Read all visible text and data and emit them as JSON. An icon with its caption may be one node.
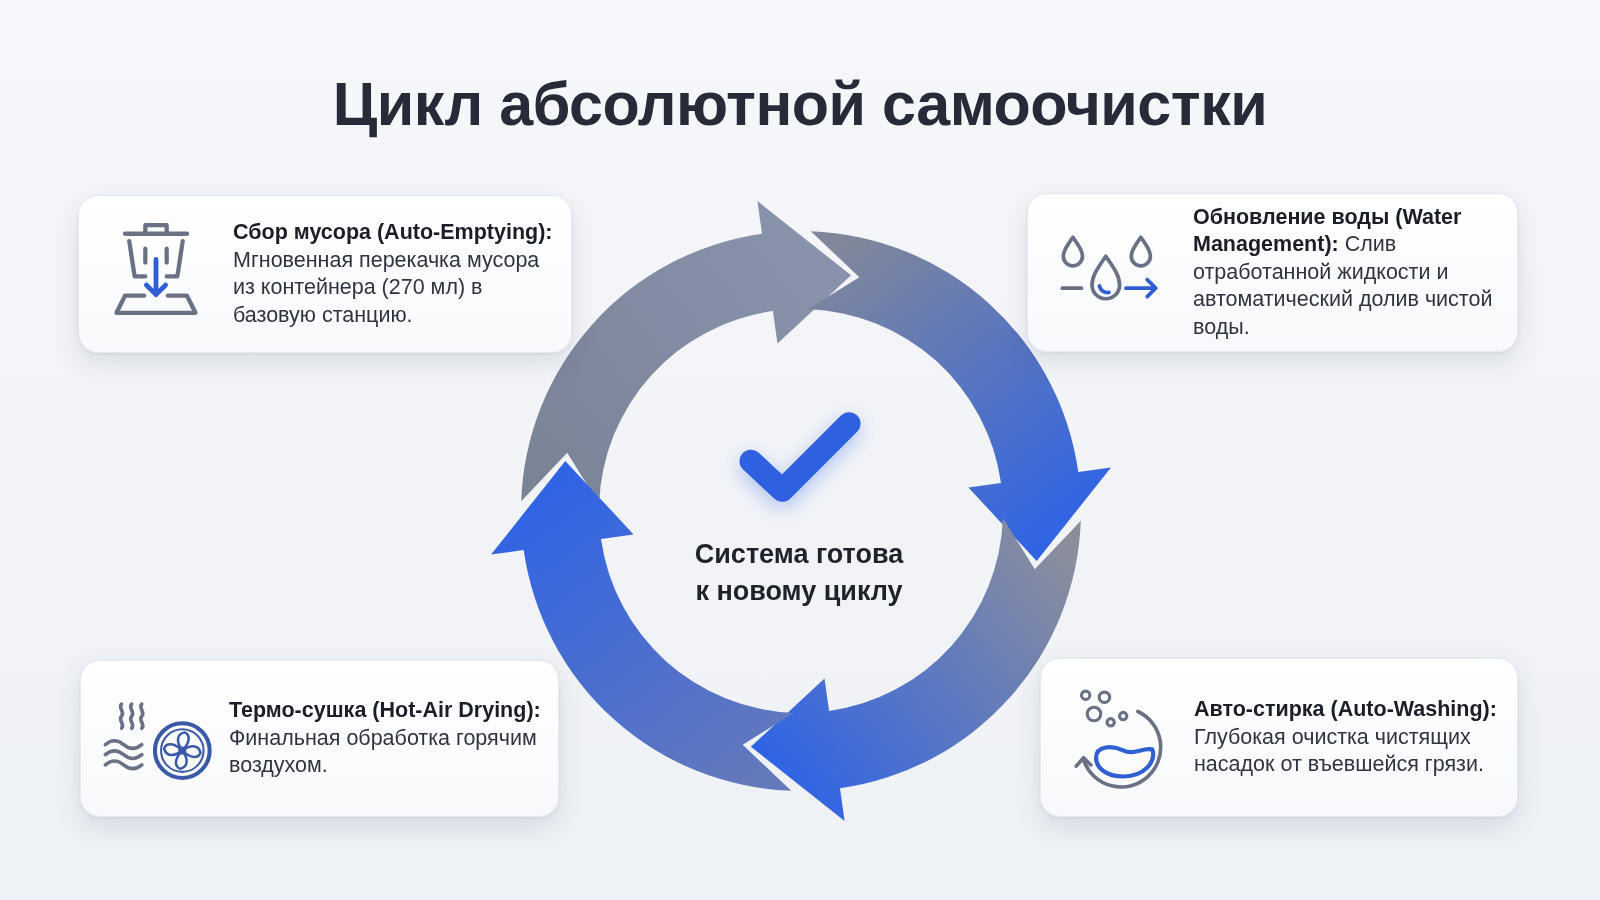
{
  "diagram": {
    "title": "Цикл абсолютной самоочистки",
    "nodes": [
      {
        "text": [
          "**Сбор мусора (Auto-Emptying):** Мгновенная перекачка мусора из контейнера (270 мл) в базовую станцию."
        ]
      },
      {
        "text": [
          "**Обновление воды (Water Management):** Слив отработанной жидкости и автоматический долив чистой воды."
        ]
      },
      {
        "text": [
          "**Термо-сушка (Hot-Air Drying):** Финальная обработка горячим воздухом."
        ]
      },
      {
        "text": [
          "**Авто-стирка (Auto-Washing):** Глубокая очистка чистящих насадок от въевшейся грязи."
        ]
      }
    ],
    "labels": [
      "Система готова к новому циклу"
    ]
  }
}
